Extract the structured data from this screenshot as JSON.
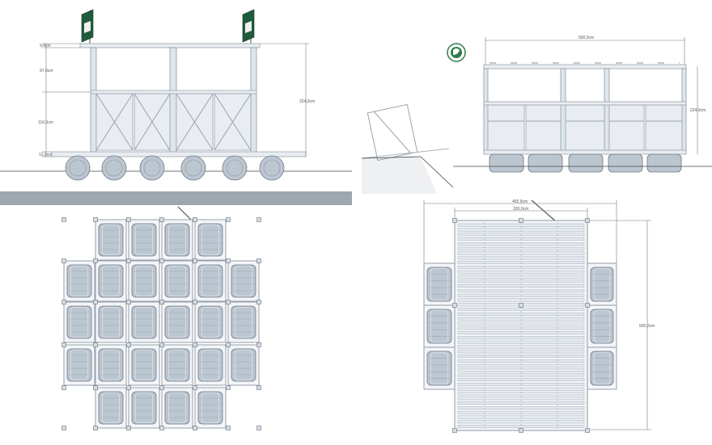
{
  "side_view_left": {
    "dims": [
      "9,4cm",
      "97,0cm",
      "116,0cm",
      "12,0cm",
      "224,0cm"
    ]
  },
  "side_view_right": {
    "dims": [
      "500,0cm",
      "224,0cm"
    ]
  },
  "plan_view_right": {
    "dims": [
      "455,9cm",
      "320,0cm",
      "500,0cm"
    ]
  },
  "colors": {
    "barrel": "#bcc6d1",
    "frame": "#e9edf2",
    "flag": "#1f5c3d",
    "logo": "#2e7d4a",
    "ground_band": "#9ea6ae"
  }
}
